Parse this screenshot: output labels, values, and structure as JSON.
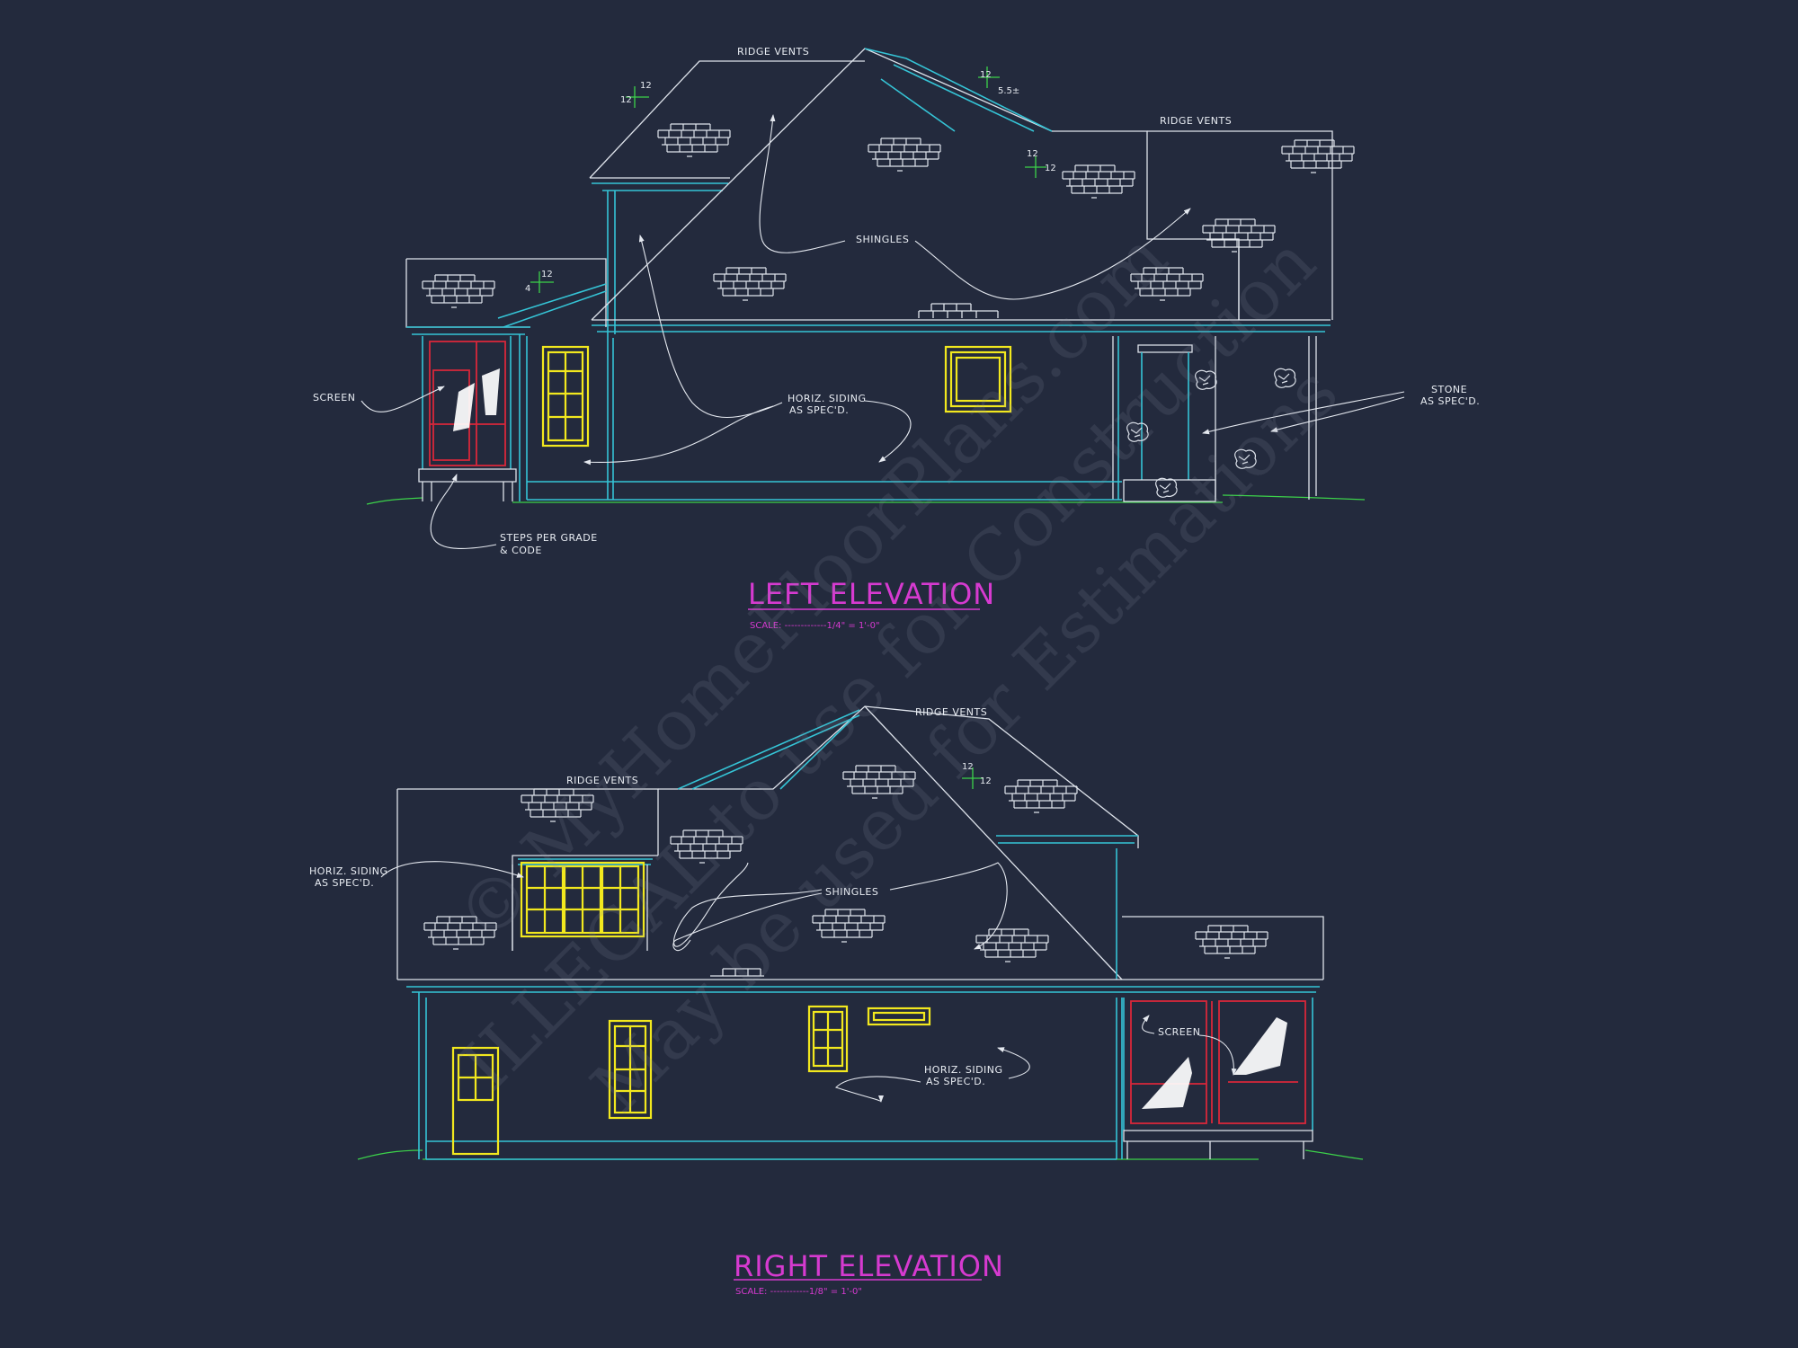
{
  "left_elevation": {
    "title": "LEFT ELEVATION",
    "scale": "SCALE: -------------1/4\" = 1'-0\"",
    "labels": {
      "ridge_vents_1": "RIDGE VENTS",
      "ridge_vents_2": "RIDGE VENTS",
      "shingles": "SHINGLES",
      "screen": "SCREEN",
      "horiz_siding_1": "HORIZ. SIDING",
      "horiz_siding_2": "AS SPEC'D.",
      "stone_1": "STONE",
      "stone_2": "AS SPEC'D.",
      "steps_1": "STEPS PER GRADE",
      "steps_2": "& CODE"
    },
    "pitches": {
      "p1a": "12",
      "p1b": "12",
      "p2a": "12",
      "p2b": "5.5±",
      "p3a": "12",
      "p3b": "12",
      "p4a": "12",
      "p4b": "4"
    }
  },
  "right_elevation": {
    "title": "RIGHT ELEVATION",
    "scale": "SCALE: ------------1/8\" = 1'-0\"",
    "labels": {
      "ridge_vents_1": "RIDGE VENTS",
      "ridge_vents_2": "RIDGE VENTS",
      "shingles": "SHINGLES",
      "horiz_siding_a1": "HORIZ. SIDING",
      "horiz_siding_a2": "AS SPEC'D.",
      "horiz_siding_b1": "HORIZ. SIDING",
      "horiz_siding_b2": "AS SPEC'D.",
      "screen": "SCREEN"
    },
    "pitches": {
      "p1a": "12",
      "p1b": "12"
    }
  },
  "watermark": {
    "line1": "© MyHomeFloorPlans.com",
    "line2": "ILLEGAL to use for Construction",
    "line3": "May be used for Estimations"
  },
  "colors": {
    "background": "#232a3d",
    "outline": "#dfe4ec",
    "trim": "#35c4d6",
    "grade": "#3cd24a",
    "screen_frame": "#d8273a",
    "window": "#f2e81e",
    "title": "#d63ad0"
  }
}
